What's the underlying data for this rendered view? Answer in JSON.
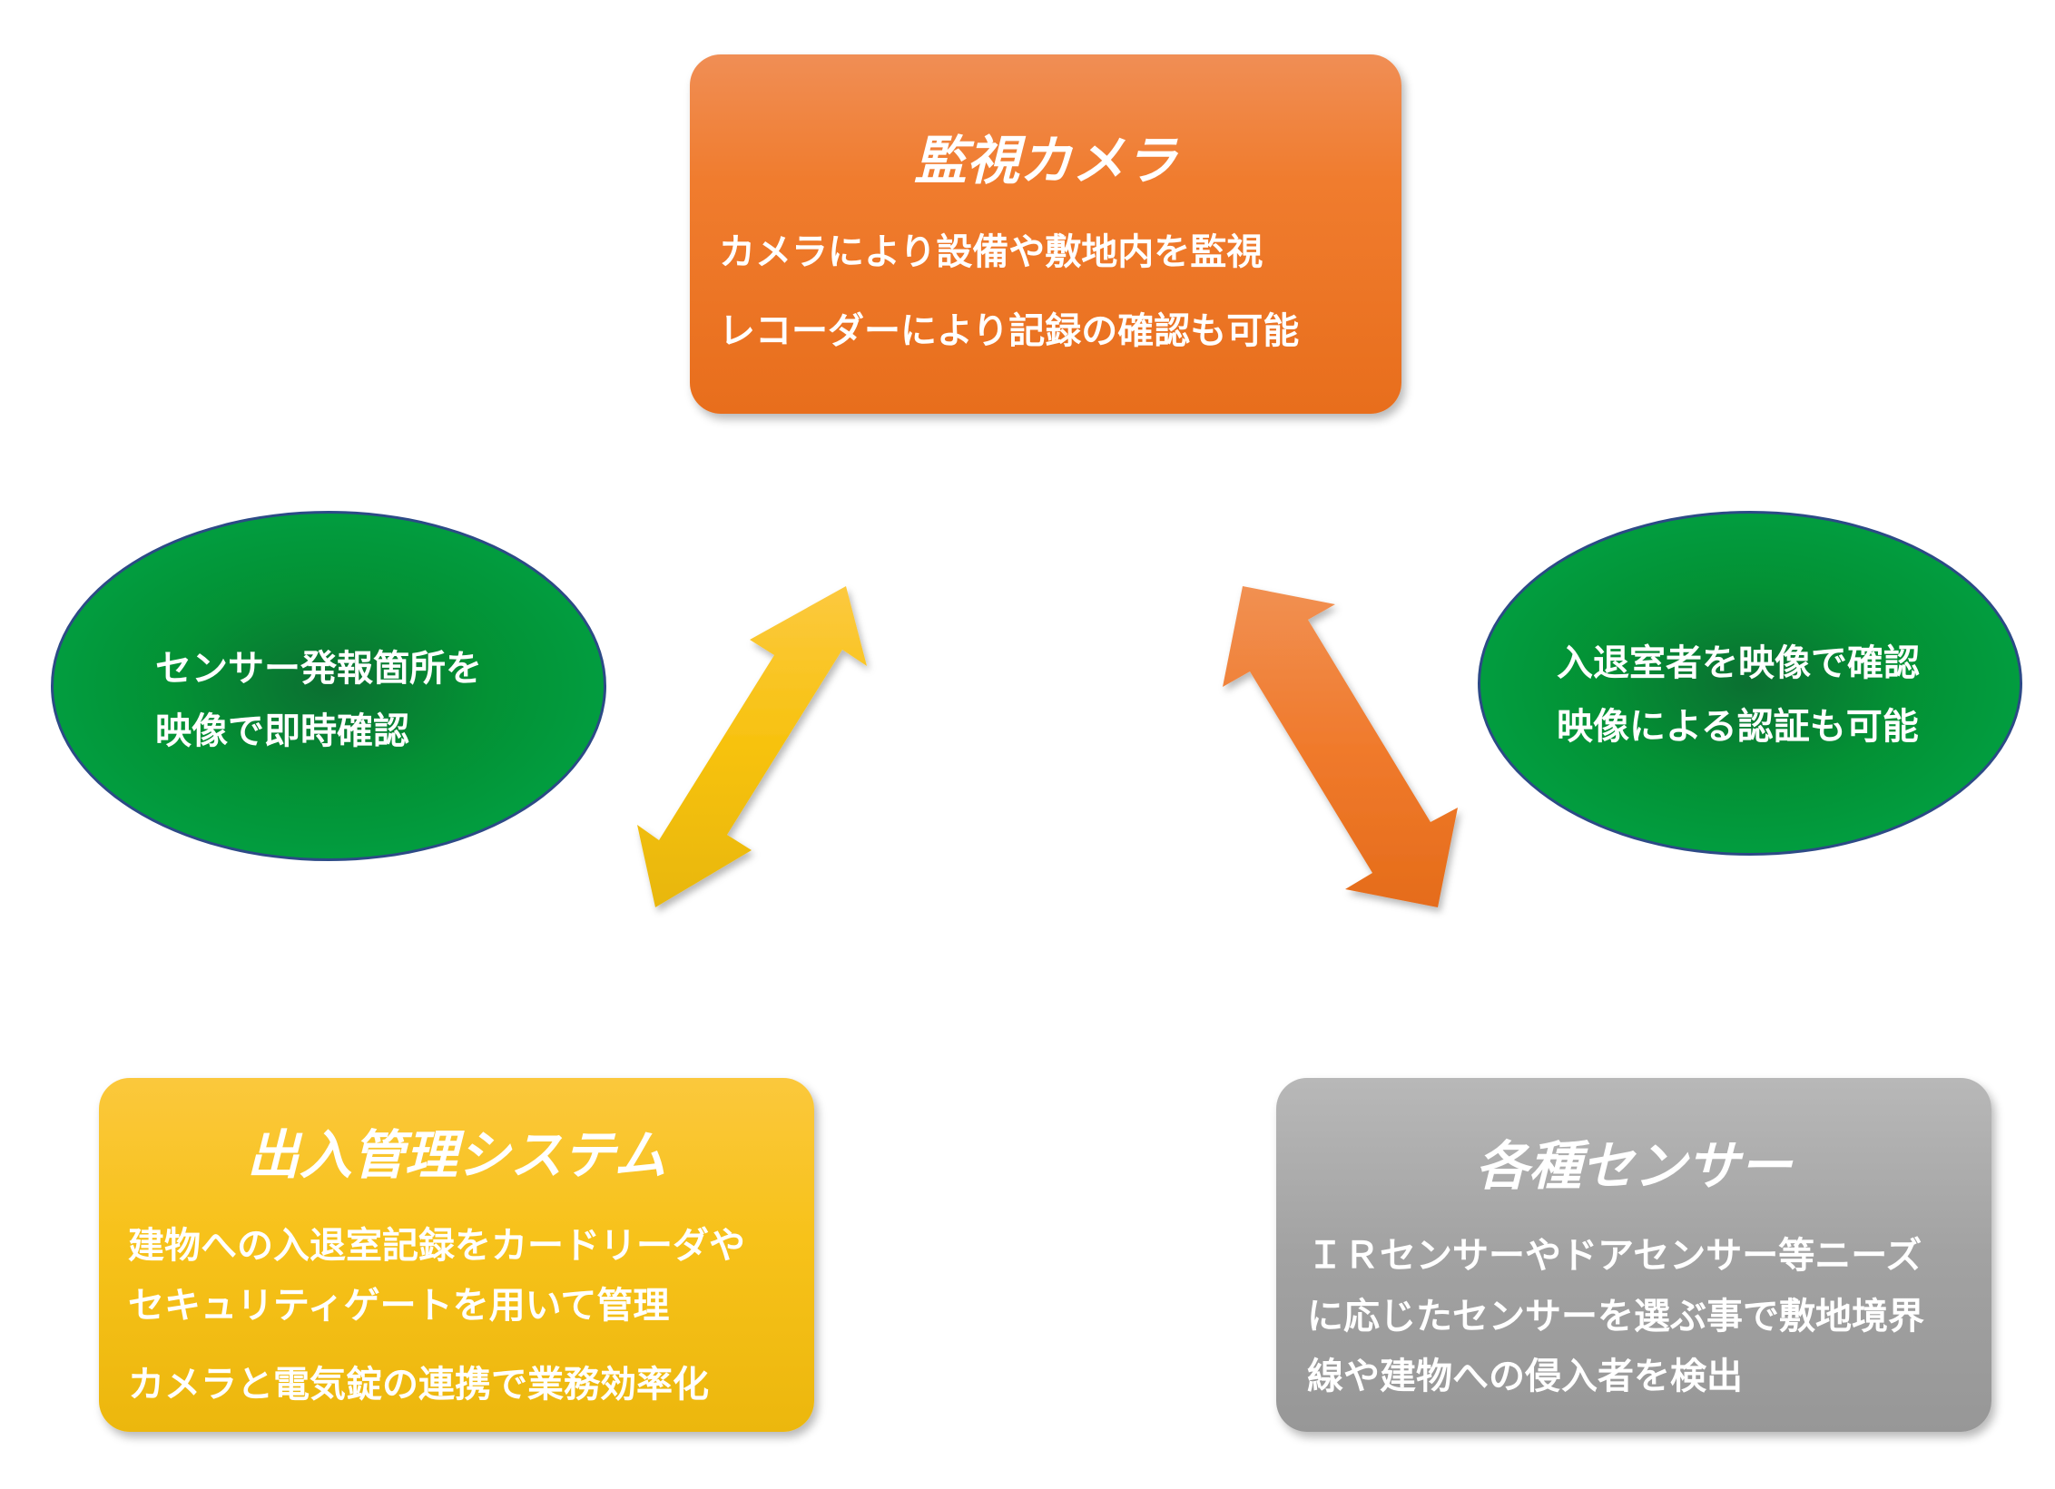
{
  "camera": {
    "title": "監視カメラ",
    "lines": [
      "カメラにより設備や敷地内を監視",
      "レコーダーにより記録の確認も可能"
    ]
  },
  "access": {
    "title": "出入管理システム",
    "lines": [
      "建物への入退室記録をカードリーダや",
      "セキュリティゲートを用いて管理",
      "カメラと電気錠の連携で業務効率化"
    ]
  },
  "sensors": {
    "title": "各種センサー",
    "lines": [
      "ＩＲセンサーやドアセンサー等ニーズ",
      "に応じたセンサーを選ぶ事で敷地境界",
      "線や建物への侵入者を検出"
    ]
  },
  "left_note": {
    "lines": [
      "センサー発報箇所を",
      "映像で即時確認"
    ]
  },
  "right_note": {
    "lines": [
      "入退室者を映像で確認",
      "映像による認証も可能"
    ]
  },
  "colors": {
    "camera_orange": "#f07c2e",
    "access_yellow": "#f7c21a",
    "sensor_gray": "#a2a2a2",
    "ellipse_green": "#039134"
  }
}
